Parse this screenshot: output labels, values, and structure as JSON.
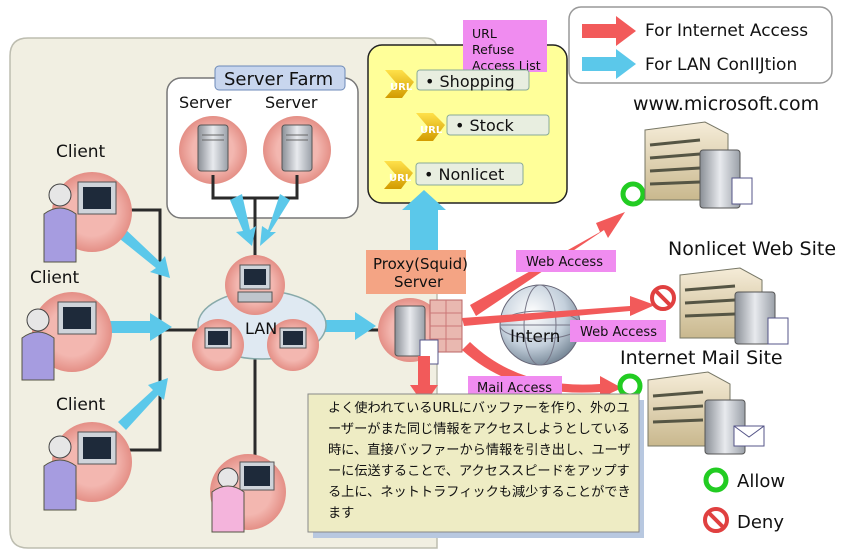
{
  "legend": {
    "internet": "For Internet Access",
    "lan": "For LAN ConIIJtion"
  },
  "url_refuse": {
    "title_line1": "URL",
    "title_line2": "Refuse",
    "title_line3": "Access List",
    "items": [
      "• Shopping",
      "• Stock",
      "•  Nonlicet"
    ],
    "url_icon_text": "URL"
  },
  "server_farm": {
    "title": "Server Farm",
    "server1": "Server",
    "server2": "Server"
  },
  "clients": [
    "Client",
    "Client",
    "Client"
  ],
  "lan_label": "LAN",
  "proxy": {
    "line1": "Proxy(Squid)",
    "line2": "Server"
  },
  "internet_label": "Intern",
  "sites": {
    "microsoft": "www.microsoft.com",
    "nonlicet": "Nonlicet Web Site",
    "mail": "Internet Mail Site"
  },
  "access_labels": {
    "web1": "Web Access",
    "web2": "Web Access",
    "mail": "Mail Access"
  },
  "status": {
    "allow": "Allow",
    "deny": "Deny"
  },
  "description": "よく使われているURLにバッファーを作り、外のユーザーがまた同じ情報をアクセスしようとしている時に、直接バッファーから情報を引き出し、ユーザーに伝送することで、アクセススピードをアップする上に、ネットトラフィックも減少することができます",
  "colors": {
    "internet_arrow": "#f25a5a",
    "lan_arrow": "#5bc8ea",
    "allow": "#22cc22",
    "deny": "#e04040",
    "panel_bg": "#f2f0e4",
    "url_box": "#ffff99",
    "label_pink": "#f08cf0",
    "proxy_label": "#f4a484"
  }
}
